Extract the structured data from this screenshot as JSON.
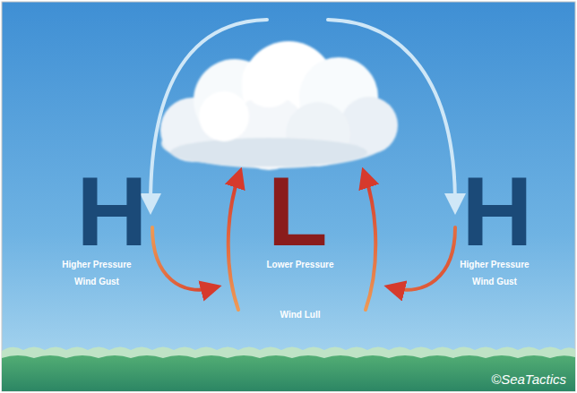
{
  "diagram": {
    "labels": [
      "H",
      "Higher Pressure",
      "Wind Gust",
      "L",
      "Lower Pressure",
      "Wind Lull",
      "H",
      "Higher Pressure",
      "Wind Gust",
      "©SeaTactics"
    ]
  }
}
